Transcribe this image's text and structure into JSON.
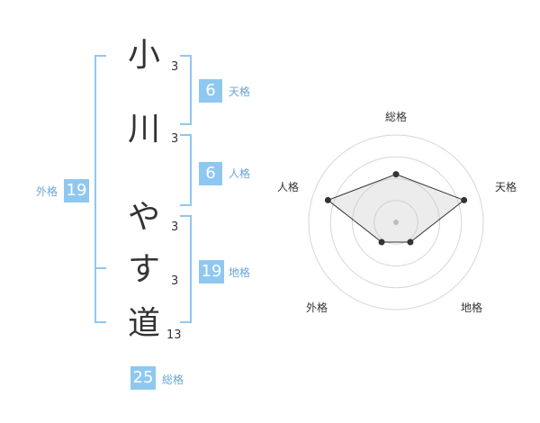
{
  "name_chars": [
    {
      "char": "小",
      "strokes": "3"
    },
    {
      "char": "川",
      "strokes": "3"
    },
    {
      "char": "や",
      "strokes": "3"
    },
    {
      "char": "す",
      "strokes": "3"
    },
    {
      "char": "道",
      "strokes": "13"
    }
  ],
  "fortune": {
    "tenkaku": {
      "value": "6",
      "label": "天格"
    },
    "jinkaku": {
      "value": "6",
      "label": "人格"
    },
    "chikaku": {
      "value": "19",
      "label": "地格"
    },
    "gaikaku": {
      "value": "19",
      "label": "外格"
    },
    "soukaku": {
      "value": "25",
      "label": "総格"
    }
  },
  "colors": {
    "accent": "#8ec8f0",
    "bracket": "#8ec8f0",
    "text": "#333333"
  },
  "chart_data": {
    "type": "radar",
    "axes": [
      "総格",
      "天格",
      "地格",
      "外格",
      "人格"
    ],
    "values": [
      0.55,
      0.82,
      0.28,
      0.28,
      0.82
    ],
    "rings": 4,
    "grid": true
  }
}
